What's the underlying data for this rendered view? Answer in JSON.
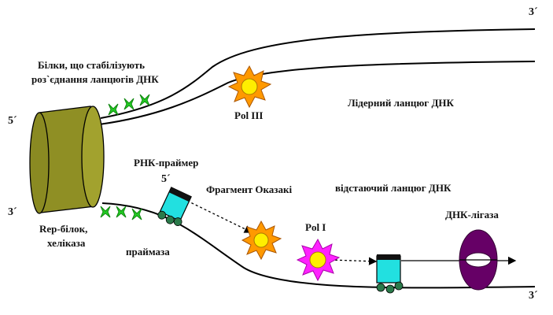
{
  "labels": {
    "ssb_line1": "Білки, що стабілізують",
    "ssb_line2": "роз`єднання ланцюгів ДНК",
    "pol3": "Pol III",
    "leading_strand": "Лідерний ланцюг ДНК",
    "rna_primer": "РНК-праймер",
    "okazaki": "Фрагмент Оказакі",
    "lagging_strand": "відстаючий ланцюг ДНК",
    "rep_line1": "Rep-білок,",
    "rep_line2": "хеліказа",
    "primase": "праймаза",
    "pol1": "Pol I",
    "ligase": "ДНК-лігаза"
  },
  "ends": {
    "top_right": "3´",
    "left_top": "5´",
    "left_bottom": "3´",
    "primer": "5´",
    "bottom_right": "3´"
  },
  "colors": {
    "helicase": "#8f8f24",
    "helicase_face": "#9a9a2a",
    "ssb": "#22cc22",
    "polymerase_outer": "#ff9900",
    "polymerase_inner": "#ffee00",
    "pol1_outer": "#ff22ff",
    "primase_body": "#22e0e0",
    "primase_wheels": "#2a7a4a",
    "ligase": "#660066",
    "strand": "#000000"
  }
}
